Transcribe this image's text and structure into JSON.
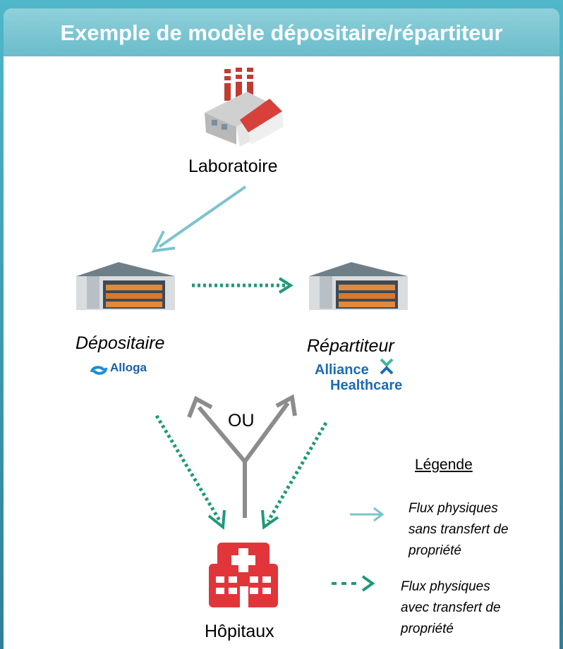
{
  "title": "Exemple de modèle dépositaire/répartiteur",
  "nodes": {
    "laboratoire": "Laboratoire",
    "depositaire": "Dépositaire",
    "repartiteur": "Répartiteur",
    "hopitaux": "Hôpitaux"
  },
  "logos": {
    "alloga": "Alloga",
    "alliance_line1": "Alliance",
    "alliance_line2": "Healthcare"
  },
  "ou_label": "OU",
  "legend": {
    "title": "Légende",
    "item1": [
      "Flux physiques",
      "sans transfert de",
      "propriété"
    ],
    "item2": [
      "Flux physiques",
      "avec transfert de",
      "propriété"
    ]
  },
  "colors": {
    "solid_arrow": "#7cc3cc",
    "dotted_arrow": "#1e9a78",
    "gray_arrow": "#8c8c8c",
    "title_bg": "#7cc6d2",
    "hospital": "#e2353a"
  }
}
